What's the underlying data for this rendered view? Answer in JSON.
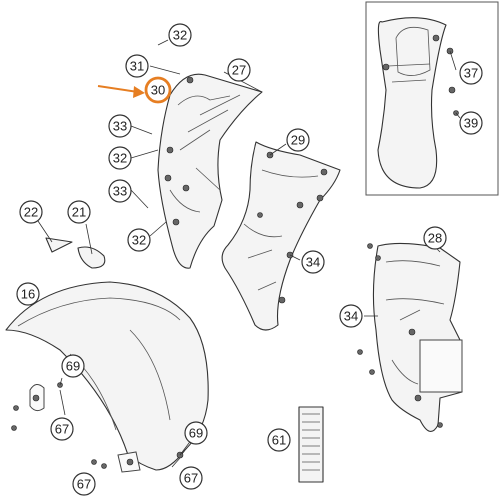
{
  "callouts": {
    "c32a": "32",
    "c31": "31",
    "c30": "30",
    "c27": "27",
    "c33a": "33",
    "c32b": "32",
    "c33b": "33",
    "c32c": "32",
    "c29": "29",
    "c34a": "34",
    "c22": "22",
    "c21": "21",
    "c16": "16",
    "c28": "28",
    "c34b": "34",
    "c69a": "69",
    "c67a": "67",
    "c69b": "69",
    "c67b": "67",
    "c67c": "67",
    "c61": "61",
    "c37": "37",
    "c39": "39"
  },
  "highlight": {
    "part": "30",
    "color": "#e67e22"
  }
}
